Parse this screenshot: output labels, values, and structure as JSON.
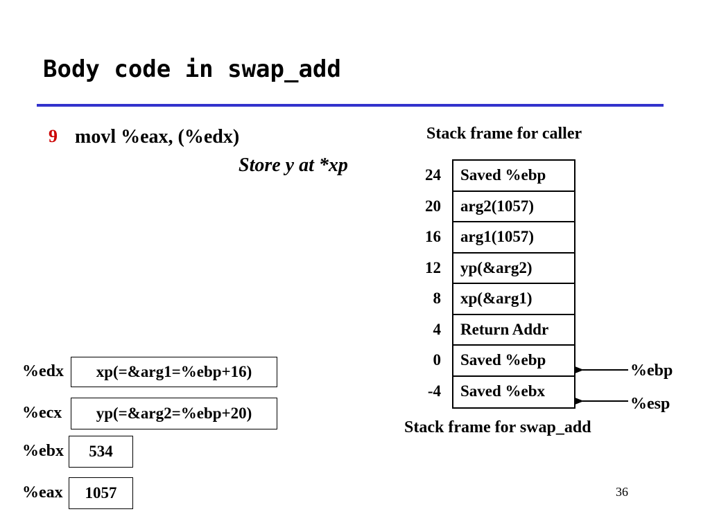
{
  "slide": {
    "title": "Body code in swap_add",
    "page_number": "36"
  },
  "code": {
    "line_number": "9",
    "instruction": "movl %eax, (%edx)",
    "comment": "Store y at *xp"
  },
  "stack": {
    "caption_top": "Stack frame for caller",
    "caption_bottom": "Stack frame for swap_add",
    "rows": [
      {
        "offset": "24",
        "content": "Saved %ebp"
      },
      {
        "offset": "20",
        "content": "arg2(1057)"
      },
      {
        "offset": "16",
        "content": "arg1(1057)"
      },
      {
        "offset": "12",
        "content": "yp(&arg2)"
      },
      {
        "offset": "8",
        "content": "xp(&arg1)"
      },
      {
        "offset": "4",
        "content": "Return Addr"
      },
      {
        "offset": "0",
        "content": "Saved %ebp"
      },
      {
        "offset": "-4",
        "content": "Saved %ebx"
      }
    ],
    "pointers": {
      "ebp": "%ebp",
      "esp": "%esp"
    }
  },
  "registers": [
    {
      "name": "%edx",
      "value": "xp(=&arg1=%ebp+16)"
    },
    {
      "name": "%ecx",
      "value": "yp(=&arg2=%ebp+20)"
    },
    {
      "name": "%ebx",
      "value": "534"
    },
    {
      "name": "%eax",
      "value": "1057"
    }
  ],
  "colors": {
    "rule": "#3333cc",
    "line_number": "#cc0000"
  }
}
